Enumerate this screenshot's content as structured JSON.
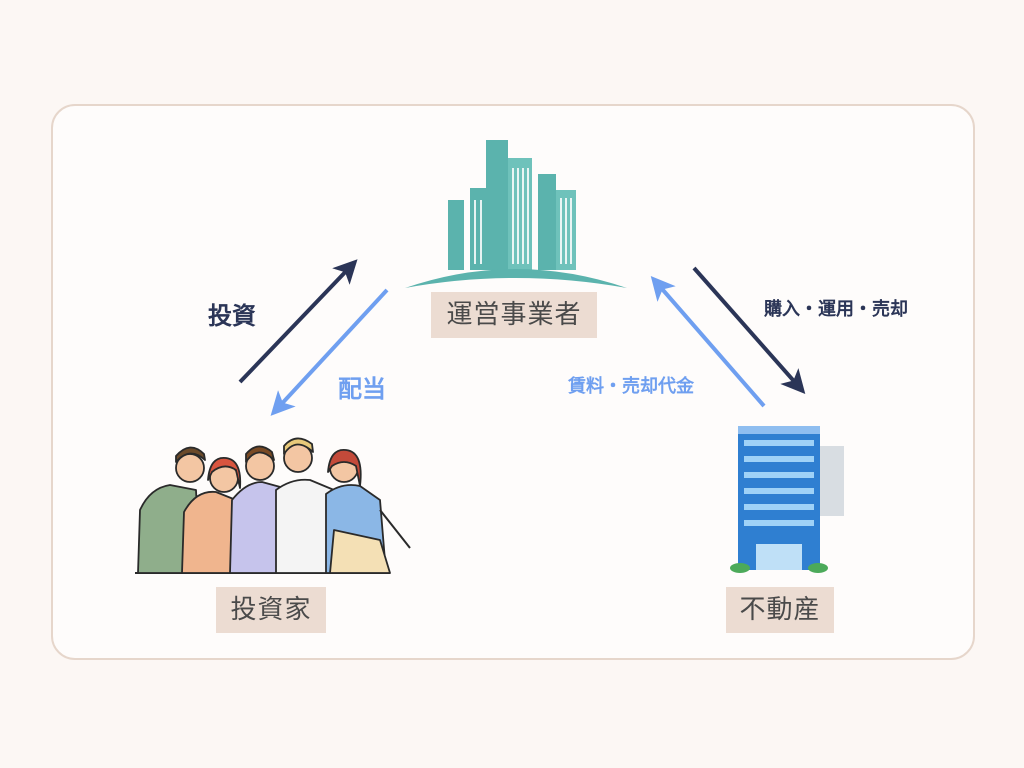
{
  "nodes": {
    "operator": "運営事業者",
    "investors": "投資家",
    "real_estate": "不動産"
  },
  "flows": {
    "investment": "投資",
    "dividend": "配当",
    "purchase_operation_sale": "購入・運用・売却",
    "rent_sale_proceeds": "賃料・売却代金"
  },
  "colors": {
    "dark_arrow": "#2b3557",
    "light_arrow": "#6f9ff0",
    "label_bg": "#ecdcd2",
    "building_teal": "#5bb3ad"
  },
  "icons": [
    "city-skyline-icon",
    "people-group-icon",
    "office-building-icon"
  ]
}
